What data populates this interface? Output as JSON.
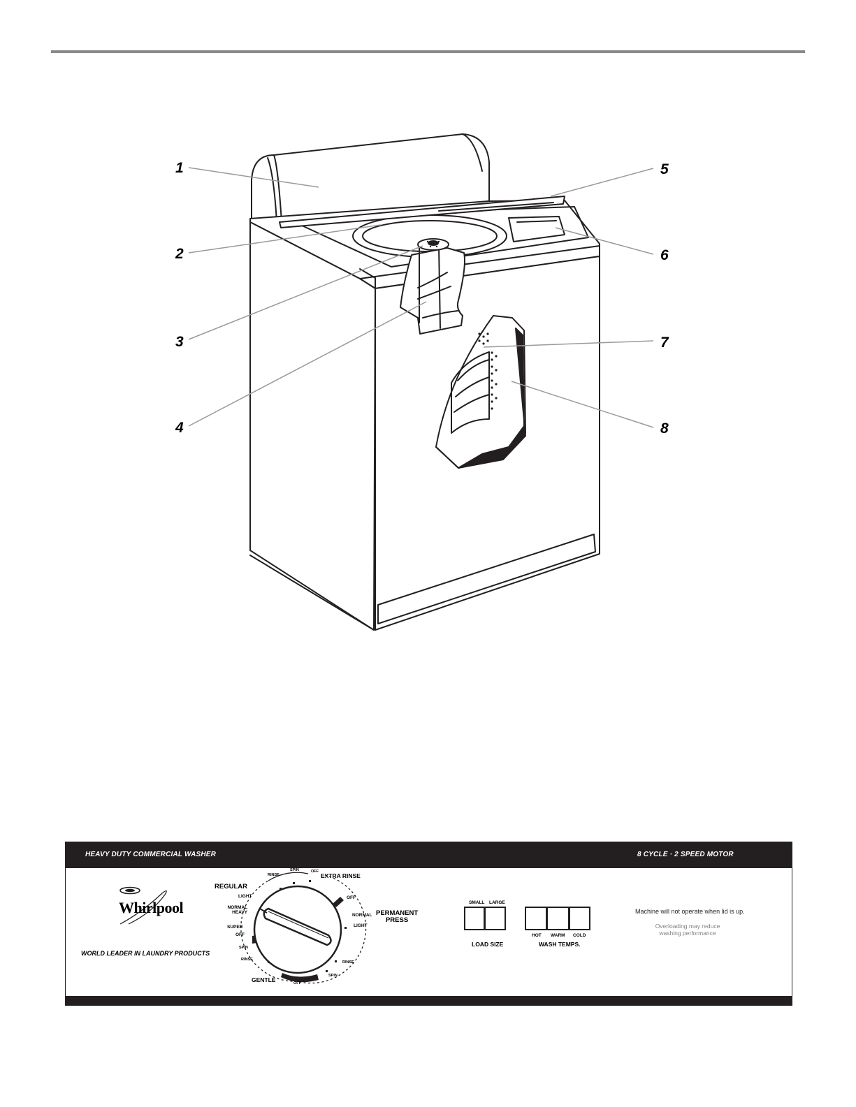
{
  "callouts": [
    "1",
    "2",
    "3",
    "4",
    "5",
    "6",
    "7",
    "8"
  ],
  "panel": {
    "title": "HEAVY DUTY COMMERCIAL WASHER",
    "motor": "8 CYCLE · 2 SPEED MOTOR",
    "brand": "Whirlpool",
    "slogan": "WORLD LEADER IN LAUNDRY PRODUCTS",
    "dial": {
      "regular": "REGULAR",
      "light": "LIGHT",
      "normal_heavy": "NORMAL\nHEAVY",
      "super": "SUPER",
      "off_left": "OFF",
      "spin_left": "SPIN",
      "rinse_left": "RINSE",
      "gentle": "GENTLE",
      "off_bottom": "OFF",
      "spin_bottom": "SPIN",
      "rinse_right": "RINSE",
      "light_right": "LIGHT",
      "normal_right": "NORMAL",
      "off_right": "OFF",
      "extra_rinse": "EXTRA RINSE",
      "off_top": "OFF",
      "spin_top": "SPIN",
      "rinse_top": "RINSE",
      "permanent_press": "PERMANENT\nPRESS"
    },
    "load_size": {
      "label": "LOAD SIZE",
      "options": [
        "SMALL",
        "LARGE"
      ]
    },
    "wash_temps": {
      "label": "WASH TEMPS.",
      "options": [
        "HOT",
        "WARM",
        "COLD"
      ]
    },
    "lid_notice": "Machine will not operate when lid is up.",
    "overload_notice": "Overloading may reduce\nwashing performance"
  },
  "colors": {
    "ink": "#231f20",
    "rule": "#8a8a8a",
    "leader": "#9a9a9a"
  }
}
